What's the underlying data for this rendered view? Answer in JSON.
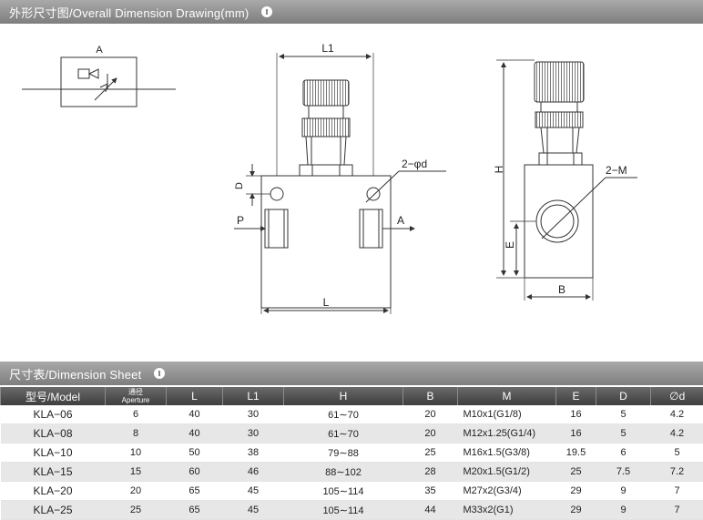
{
  "drawing_section": {
    "title": "外形尺寸图/Overall Dimension Drawing(mm)"
  },
  "symbol": {
    "label": "A"
  },
  "front_view": {
    "labels": {
      "L1": "L1",
      "D": "D",
      "two_phi_d": "2−φd",
      "P": "P",
      "A": "A",
      "L": "L"
    }
  },
  "side_view": {
    "labels": {
      "H": "H",
      "two_M": "2−M",
      "E": "E",
      "B": "B"
    }
  },
  "sheet_section": {
    "title": "尺寸表/Dimension Sheet"
  },
  "table": {
    "headers": {
      "model": "型号/Model",
      "aperture_cn": "通径",
      "aperture_en": "Aperture",
      "L": "L",
      "L1": "L1",
      "H": "H",
      "B": "B",
      "M": "M",
      "E": "E",
      "D": "D",
      "d": "∅d"
    },
    "rows": [
      {
        "model": "KLA−06",
        "aperture": "6",
        "L": "40",
        "L1": "30",
        "H": "61∼70",
        "B": "20",
        "M": "M10x1(G1/8)",
        "E": "16",
        "D": "5",
        "d": "4.2"
      },
      {
        "model": "KLA−08",
        "aperture": "8",
        "L": "40",
        "L1": "30",
        "H": "61∼70",
        "B": "20",
        "M": "M12x1.25(G1/4)",
        "E": "16",
        "D": "5",
        "d": "4.2"
      },
      {
        "model": "KLA−10",
        "aperture": "10",
        "L": "50",
        "L1": "38",
        "H": "79∼88",
        "B": "25",
        "M": "M16x1.5(G3/8)",
        "E": "19.5",
        "D": "6",
        "d": "5"
      },
      {
        "model": "KLA−15",
        "aperture": "15",
        "L": "60",
        "L1": "46",
        "H": "88∼102",
        "B": "28",
        "M": "M20x1.5(G1/2)",
        "E": "25",
        "D": "7.5",
        "d": "7.2"
      },
      {
        "model": "KLA−20",
        "aperture": "20",
        "L": "65",
        "L1": "45",
        "H": "105∼114",
        "B": "35",
        "M": "M27x2(G3/4)",
        "E": "29",
        "D": "9",
        "d": "7"
      },
      {
        "model": "KLA−25",
        "aperture": "25",
        "L": "65",
        "L1": "45",
        "H": "105∼114",
        "B": "44",
        "M": "M33x2(G1)",
        "E": "29",
        "D": "9",
        "d": "7"
      }
    ]
  }
}
